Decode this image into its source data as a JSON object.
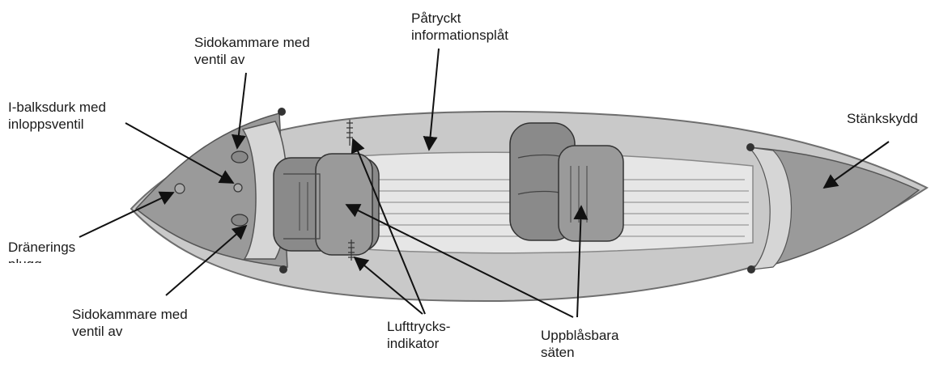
{
  "labels": {
    "side_chamber_top": [
      "Sidokammare med",
      "ventil av"
    ],
    "info_plate": [
      "Påtryckt",
      "informationsplåt"
    ],
    "ibeam_floor": [
      "I-balksdurk med",
      "inloppsventil"
    ],
    "spray_guard": [
      "Stänkskydd"
    ],
    "drain": [
      "Dränerings",
      "plugg"
    ],
    "side_chamber_bottom": [
      "Sidokammare med",
      "ventil av"
    ],
    "pressure_indicator": [
      "Lufttrycks-",
      "indikator"
    ],
    "inflatable_seats": [
      "Uppblåsbara",
      "säten"
    ]
  },
  "colors": {
    "hull": "#c9c9c9",
    "hull_outline": "#6e6e6e",
    "deck_dark": "#8f8f8f",
    "seat": "#8a8a8a",
    "floor": "#e6e6e6",
    "arrow": "#111111"
  }
}
